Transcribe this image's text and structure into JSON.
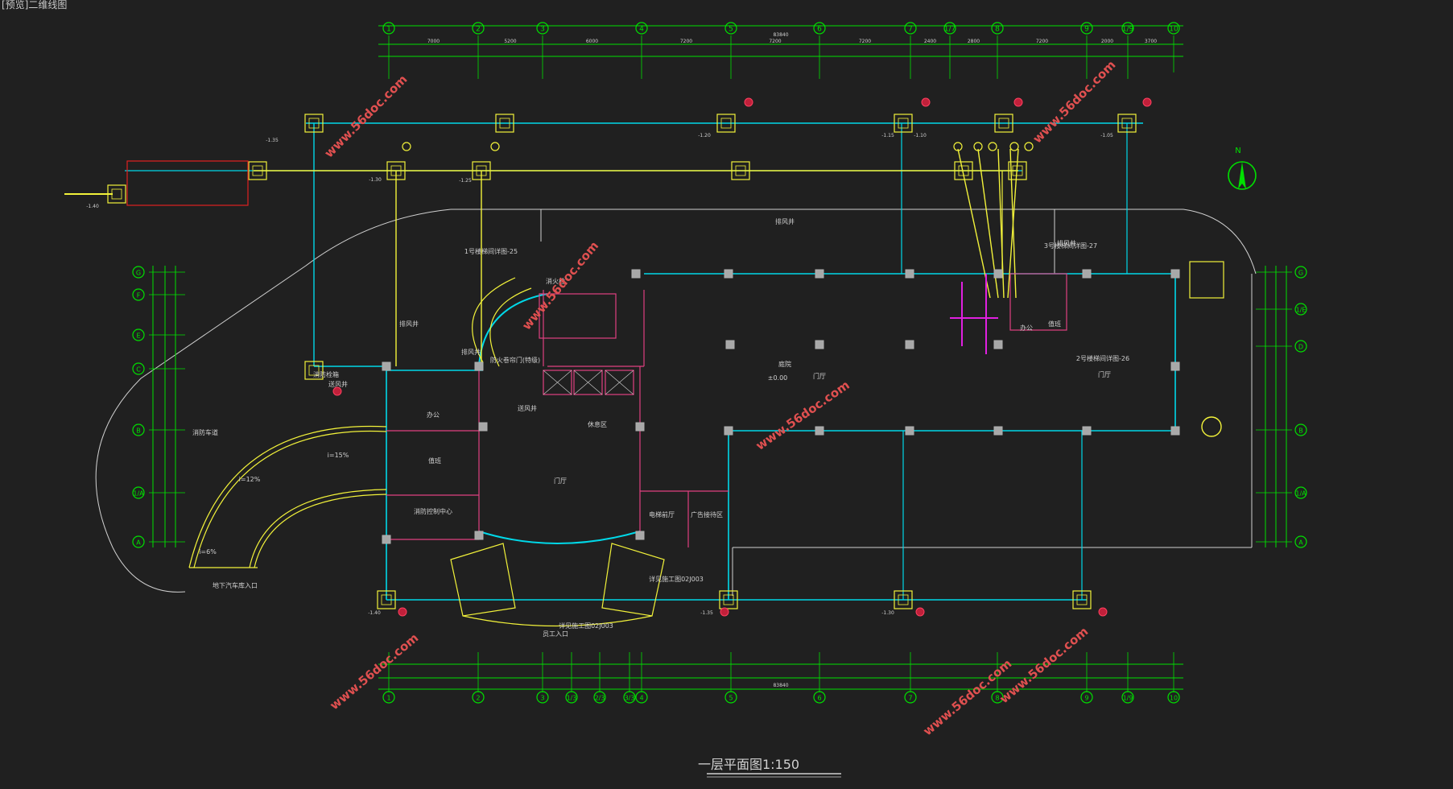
{
  "window": {
    "title": "[预览]二维线图"
  },
  "drawing": {
    "title": "一层平面图1:150",
    "colors": {
      "background": "#202020",
      "axis": "#00e000",
      "wall": "#00d8e8",
      "pipe": "#f2f23a",
      "room_line": "#e04080",
      "outline": "#d0d0d0",
      "box": "#e02020",
      "watermark": "#e05050",
      "magenta": "#e020e0"
    },
    "axes_top": [
      "1",
      "2",
      "3",
      "4",
      "5",
      "6",
      "7",
      "1/7",
      "8",
      "9",
      "1/9",
      "10"
    ],
    "axes_bottom": [
      "1",
      "2",
      "3",
      "1/3",
      "2/3",
      "3/3",
      "4",
      "5",
      "6",
      "7",
      "8",
      "9",
      "1/9",
      "10"
    ],
    "axes_left": [
      "G",
      "F",
      "E",
      "C",
      "B",
      "1/A",
      "A"
    ],
    "axes_right": [
      "G",
      "1/E",
      "D",
      "B",
      "1/A",
      "A"
    ],
    "dims_top_main": [
      "7000",
      "5200",
      "6000",
      "7200",
      "7200",
      "7200",
      "2400",
      "2800",
      "7200",
      "2000",
      "3700"
    ],
    "dim_total": "83840",
    "dim_total_bottom": "83840",
    "rooms": [
      {
        "label": "办公"
      },
      {
        "label": "值班"
      },
      {
        "label": "消防控制中心"
      },
      {
        "label": "门厅"
      },
      {
        "label": "休息区"
      },
      {
        "label": "电梯前厅"
      },
      {
        "label": "广告接待区"
      },
      {
        "label": "门厅"
      },
      {
        "label": "值班"
      },
      {
        "label": "办公"
      },
      {
        "label": "庭院"
      },
      {
        "label": "门厅"
      }
    ],
    "annotations": [
      {
        "text": "1号楼梯间详图-25"
      },
      {
        "text": "3号楼梯间详图-27"
      },
      {
        "text": "2号楼梯间详图-26"
      },
      {
        "text": "消火栓"
      },
      {
        "text": "排风井"
      },
      {
        "text": "排风井"
      },
      {
        "text": "排风井"
      },
      {
        "text": "排风井"
      },
      {
        "text": "防火卷帘门(特级)"
      },
      {
        "text": "送风井"
      },
      {
        "text": "送风井"
      },
      {
        "text": "地下汽车库入口"
      },
      {
        "text": "员工入口"
      },
      {
        "text": "i=12%"
      },
      {
        "text": "i=15%"
      },
      {
        "text": "i=6%"
      },
      {
        "text": "±0.00"
      },
      {
        "text": "消防车道"
      },
      {
        "text": "N"
      },
      {
        "text": "详见施工图02J003"
      },
      {
        "text": "详见施工图02J003"
      },
      {
        "text": "消防栓箱"
      }
    ],
    "watermarks": [
      "www.56doc.com",
      "www.56doc.com",
      "www.56doc.com",
      "www.56doc.com",
      "www.56doc.com",
      "www.56doc.com",
      "www.56doc.com"
    ],
    "level_marks": [
      "-1.40",
      "-1.35",
      "-1.30",
      "-1.25",
      "-1.20",
      "-1.15",
      "-1.10",
      "-1.05",
      "-1.40",
      "-1.35",
      "-1.30"
    ]
  }
}
